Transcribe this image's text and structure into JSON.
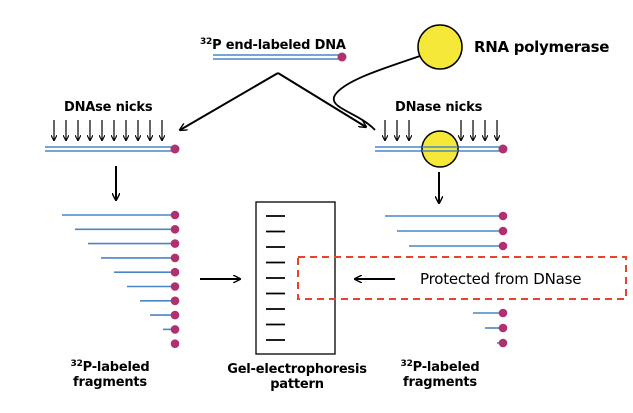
{
  "top_label": {
    "isotope": "32",
    "text": "P end-labeled DNA"
  },
  "rna_polymerase": "RNA polymerase",
  "left_nicks": "DNAse nicks",
  "right_nicks": "DNase nicks",
  "protected": "Protected from DNase",
  "left_fragments": {
    "isotope": "32",
    "line1": "P-labeled",
    "line2": "fragments"
  },
  "gel": {
    "line1": "Gel-electrophoresis",
    "line2": "pattern"
  },
  "right_fragments": {
    "isotope": "32",
    "line1": "P-labeled",
    "line2": "fragments"
  },
  "colors": {
    "dna": "#4a86c5",
    "label_dot": "#b0316f",
    "polymerase": "#f6e838",
    "protected_box": "#e8442c"
  },
  "gel_band_count": 9
}
